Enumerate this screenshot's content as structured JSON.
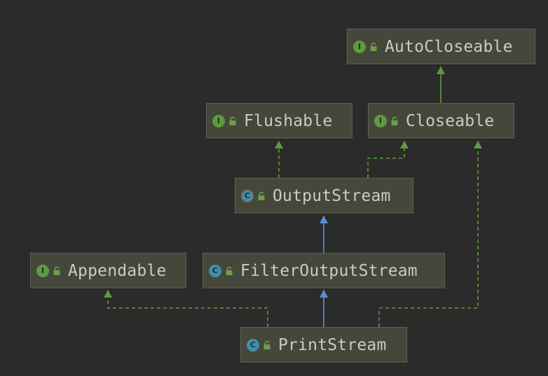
{
  "colors": {
    "background": "#2b2b2b",
    "node_fill": "#45473a",
    "node_border": "#5f6153",
    "text": "#c9ccc3",
    "interface_icon": "#5c9b3e",
    "class_icon": "#3f8fae",
    "implements_arrow": "#5e9a41",
    "extends_arrow": "#5b8fd8"
  },
  "nodes": [
    {
      "id": "autocloseable",
      "label": "AutoCloseable",
      "kind": "interface",
      "icon_letter": "I",
      "icon": "interface-icon"
    },
    {
      "id": "flushable",
      "label": "Flushable",
      "kind": "interface",
      "icon_letter": "I",
      "icon": "interface-icon"
    },
    {
      "id": "closeable",
      "label": "Closeable",
      "kind": "interface",
      "icon_letter": "I",
      "icon": "interface-icon"
    },
    {
      "id": "outputstream",
      "label": "OutputStream",
      "kind": "abstract-class",
      "icon_letter": "C",
      "icon": "abstract-class-icon"
    },
    {
      "id": "appendable",
      "label": "Appendable",
      "kind": "interface",
      "icon_letter": "I",
      "icon": "interface-icon"
    },
    {
      "id": "filteroutputstream",
      "label": "FilterOutputStream",
      "kind": "class",
      "icon_letter": "C",
      "icon": "class-icon"
    },
    {
      "id": "printstream",
      "label": "PrintStream",
      "kind": "class",
      "icon_letter": "C",
      "icon": "class-icon"
    }
  ],
  "edges": [
    {
      "from": "closeable",
      "to": "autocloseable",
      "type": "extends-interface"
    },
    {
      "from": "outputstream",
      "to": "flushable",
      "type": "implements"
    },
    {
      "from": "outputstream",
      "to": "closeable",
      "type": "implements"
    },
    {
      "from": "filteroutputstream",
      "to": "outputstream",
      "type": "extends"
    },
    {
      "from": "printstream",
      "to": "filteroutputstream",
      "type": "extends"
    },
    {
      "from": "printstream",
      "to": "appendable",
      "type": "implements"
    },
    {
      "from": "printstream",
      "to": "closeable",
      "type": "implements"
    }
  ]
}
